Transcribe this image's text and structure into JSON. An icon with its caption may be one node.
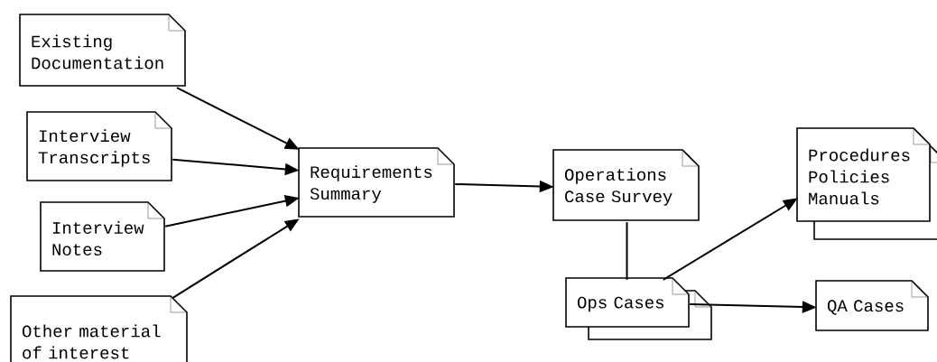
{
  "diagram": {
    "nodes": [
      {
        "text": [
          "Existing Documentation"
        ]
      },
      {
        "text": [
          "Interview Transcripts"
        ]
      },
      {
        "text": [
          "Interview Notes"
        ]
      },
      {
        "text": [
          "Other material of interest"
        ]
      },
      {
        "text": [
          "Requirements Summary"
        ]
      },
      {
        "text": [
          "Operations Case Survey"
        ]
      },
      {
        "text": [
          "Procedures Policies Manuals"
        ]
      },
      {
        "text": [
          "Ops Cases"
        ]
      },
      {
        "text": [
          "QA Cases"
        ]
      }
    ],
    "edges": [
      {
        "from": 0,
        "to": 4,
        "arrow": "to"
      },
      {
        "from": 1,
        "to": 4,
        "arrow": "to"
      },
      {
        "from": 2,
        "to": 4,
        "arrow": "to"
      },
      {
        "from": 3,
        "to": 4,
        "arrow": "to"
      },
      {
        "from": 4,
        "to": 5,
        "arrow": "to"
      },
      {
        "from": 5,
        "to": 7,
        "arrow": "none"
      },
      {
        "from": 7,
        "to": 6,
        "arrow": "to"
      },
      {
        "from": 7,
        "to": 8,
        "arrow": "to"
      }
    ]
  }
}
